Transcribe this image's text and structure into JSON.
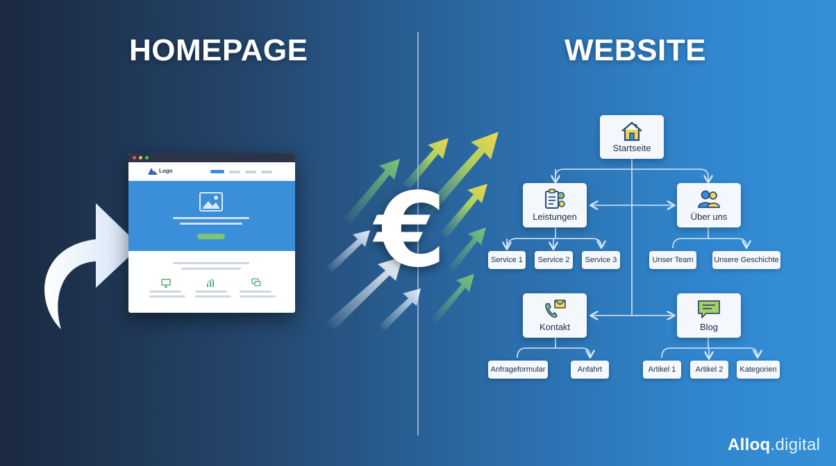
{
  "headings": {
    "left": "HOMEPAGE",
    "right": "WEBSITE"
  },
  "mockup": {
    "logo_text": "Logo"
  },
  "currency_symbol": "€",
  "sitemap": {
    "root": "Startseite",
    "leistungen": {
      "label": "Leistungen",
      "children": [
        "Service 1",
        "Service 2",
        "Service 3"
      ]
    },
    "ueber_uns": {
      "label": "Über uns",
      "children": [
        "Unser Team",
        "Unsere Geschichte"
      ]
    },
    "kontakt": {
      "label": "Kontakt",
      "children": [
        "Anfrageformular",
        "Anfahrt"
      ]
    },
    "blog": {
      "label": "Blog",
      "children": [
        "Artikel 1",
        "Artikel 2",
        "Kategorien"
      ]
    }
  },
  "brand": {
    "name": "Alloq",
    "suffix": ".digital"
  },
  "colors": {
    "accent_green": "#7cc576",
    "accent_yellow": "#f2d54a",
    "hero_blue": "#3b8fd9",
    "dot_red": "#ef5a55",
    "dot_yellow": "#f2c04b",
    "dot_green": "#4fc15b"
  },
  "icons": [
    "curved-arrow-icon",
    "house-icon",
    "clipboard-gear-icon",
    "users-icon",
    "phone-mail-icon",
    "chat-bubble-icon",
    "image-icon",
    "euro-icon"
  ]
}
